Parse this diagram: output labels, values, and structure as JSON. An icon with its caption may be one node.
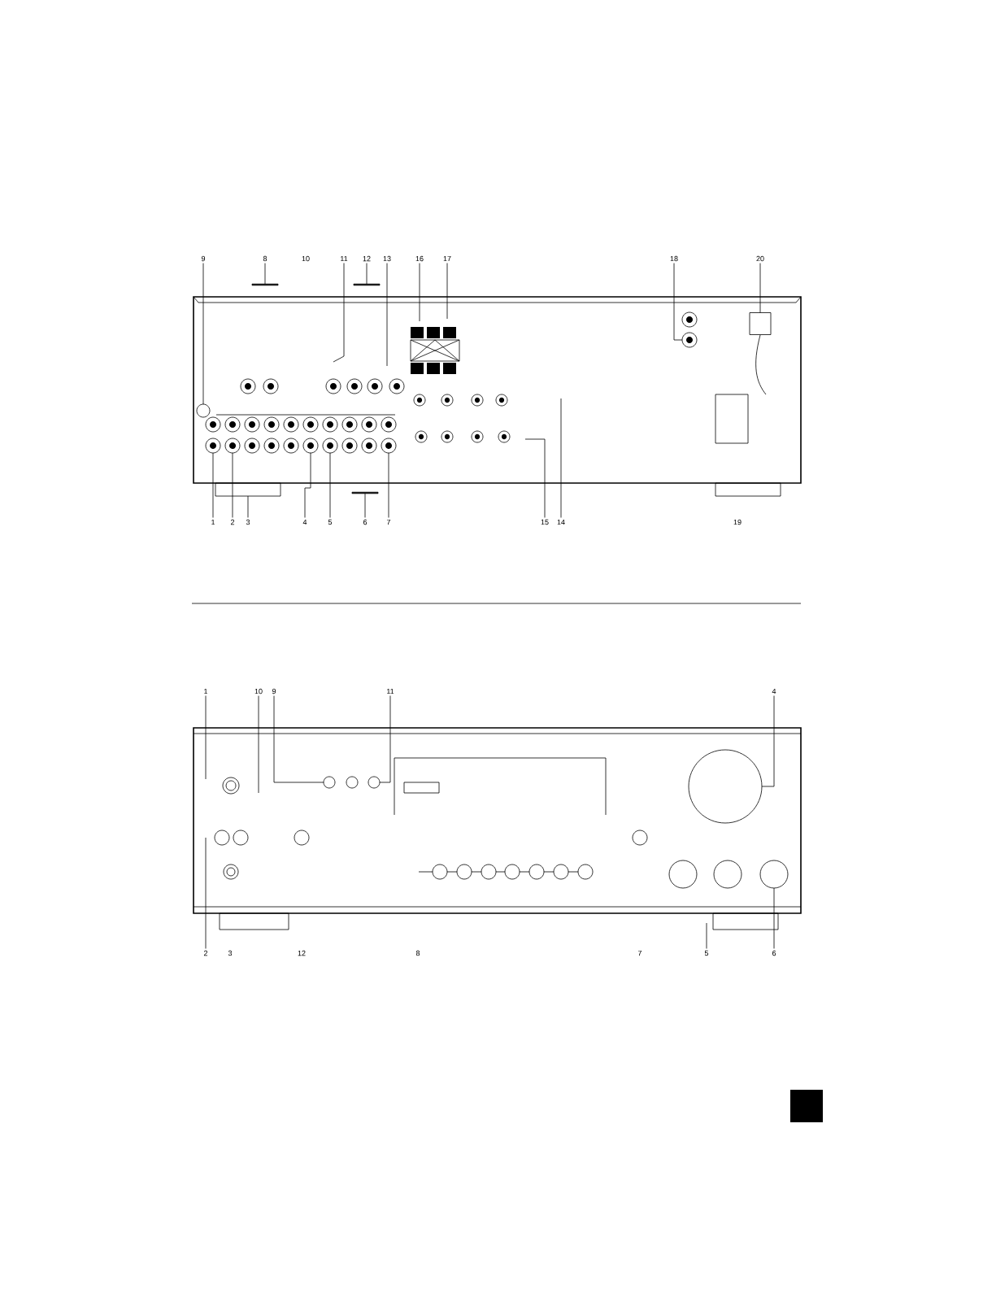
{
  "diagram": {
    "nodes": [
      {
        "text": [
          "9"
        ]
      },
      {
        "text": [
          "8"
        ]
      },
      {
        "text": [
          "11"
        ]
      },
      {
        "text": [
          "12"
        ]
      },
      {
        "text": [
          "13"
        ]
      },
      {
        "text": [
          "16"
        ]
      },
      {
        "text": [
          "17"
        ]
      },
      {
        "text": [
          "18"
        ]
      },
      {
        "text": [
          "20"
        ]
      },
      {
        "text": [
          "1"
        ]
      },
      {
        "text": [
          "2"
        ]
      },
      {
        "text": [
          "3"
        ]
      },
      {
        "text": [
          "4"
        ]
      },
      {
        "text": [
          "5"
        ]
      },
      {
        "text": [
          "6"
        ]
      },
      {
        "text": [
          "7"
        ]
      },
      {
        "text": [
          "15"
        ]
      },
      {
        "text": [
          "14"
        ]
      },
      {
        "text": [
          "1"
        ]
      },
      {
        "text": [
          "10"
        ]
      },
      {
        "text": [
          "9"
        ]
      },
      {
        "text": [
          "11"
        ]
      },
      {
        "text": [
          "4"
        ]
      },
      {
        "text": [
          "2"
        ]
      },
      {
        "text": [
          "5"
        ]
      },
      {
        "text": [
          "6"
        ]
      },
      {
        "text": [],
        "shape": "circle"
      },
      {
        "text": [],
        "shape": "circle"
      },
      {
        "text": [],
        "shape": "box"
      },
      {
        "text": [],
        "shape": "circle"
      },
      {
        "text": [],
        "shape": "circle"
      },
      {
        "text": [],
        "shape": "box"
      },
      {
        "text": [],
        "shape": "circle"
      },
      {
        "text": [],
        "shape": "circle"
      },
      {
        "text": [],
        "shape": "circle"
      },
      {
        "text": [],
        "shape": "circle"
      },
      {
        "text": [],
        "shape": "circle"
      },
      {
        "text": [],
        "shape": "circle"
      },
      {
        "text": [],
        "shape": "circle"
      },
      {
        "text": [],
        "shape": "bar"
      },
      {
        "text": [],
        "shape": "bar"
      },
      {
        "text": [],
        "shape": "bar"
      }
    ],
    "edges": [
      {
        "from": 0,
        "to": 26,
        "arrow": "none"
      },
      {
        "from": 1,
        "to": 39,
        "arrow": "none"
      },
      {
        "from": 2,
        "to": null,
        "arrow": "none"
      },
      {
        "from": 3,
        "to": 40,
        "arrow": "none"
      },
      {
        "from": 4,
        "to": null,
        "arrow": "none"
      },
      {
        "from": 5,
        "to": null,
        "arrow": "none"
      },
      {
        "from": 6,
        "to": null,
        "arrow": "none"
      },
      {
        "from": 7,
        "to": 27,
        "arrow": "none"
      },
      {
        "from": 8,
        "to": 28,
        "arrow": "none"
      },
      {
        "from": 9,
        "to": 29,
        "arrow": "none"
      },
      {
        "from": 10,
        "to": 30,
        "arrow": "none"
      },
      {
        "from": 11,
        "to": 31,
        "arrow": "none"
      },
      {
        "from": 12,
        "to": 32,
        "arrow": "none"
      },
      {
        "from": 13,
        "to": 33,
        "arrow": "none"
      },
      {
        "from": 14,
        "to": 41,
        "arrow": "none"
      },
      {
        "from": 15,
        "to": 34,
        "arrow": "none"
      },
      {
        "from": 16,
        "to": null,
        "arrow": "none"
      },
      {
        "from": 17,
        "to": null,
        "arrow": "none"
      },
      {
        "from": 18,
        "to": null,
        "arrow": "none"
      },
      {
        "from": 19,
        "to": null,
        "arrow": "none"
      },
      {
        "from": 20,
        "to": 35,
        "arrow": "none"
      },
      {
        "from": 21,
        "to": 36,
        "arrow": "none"
      },
      {
        "from": 22,
        "to": 37,
        "arrow": "none"
      },
      {
        "from": 23,
        "to": null,
        "arrow": "none"
      },
      {
        "from": 24,
        "to": null,
        "arrow": "none"
      },
      {
        "from": 25,
        "to": 38,
        "arrow": "none"
      }
    ],
    "labels": [
      "10",
      "19",
      "3",
      "12",
      "8",
      "7"
    ]
  }
}
